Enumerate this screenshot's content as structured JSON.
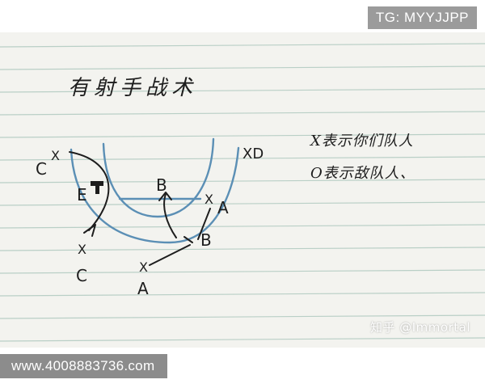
{
  "watermarks": {
    "tg": "TG: MYYJJPP",
    "site": "www.4008883736.com",
    "zhihu": "知乎 @Immortal"
  },
  "note": {
    "title": "有射手战术",
    "legend_x": "X表示你们队人",
    "legend_o": "O表示敌队人、"
  },
  "diagram": {
    "labels": {
      "c_top": "C",
      "x_top": "X",
      "e": "E",
      "b_mid": "B",
      "a_right": "A",
      "x_a": "X",
      "x_d": "XD",
      "x_c": "X",
      "c_bottom": "C",
      "b_low": "B",
      "x_bottom": "X",
      "a_bottom": "A"
    },
    "colors": {
      "ink": "#1d1d1d",
      "blue_pen": "#5b8fb5",
      "paper": "#f3f3ef",
      "rule_line": "#b9cfc6"
    },
    "icons": [
      "hammer-icon"
    ]
  }
}
